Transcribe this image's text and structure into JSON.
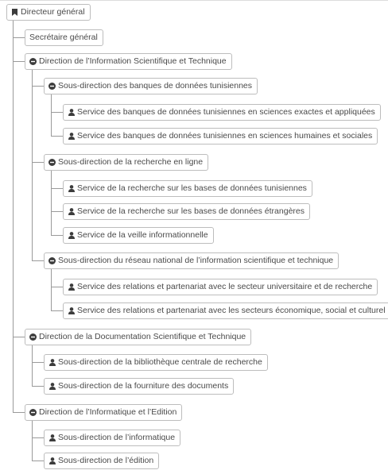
{
  "tree": {
    "root": {
      "label": "Directeur général",
      "icon": "bookmark-icon"
    },
    "secretary": {
      "label": "Secrétaire général"
    },
    "dist": {
      "label": "Direction de l’Information Scientifique et Technique",
      "icon": "minus-circle-icon",
      "sd_bases": {
        "label": "Sous-direction des banques de données tunisiennes",
        "icon": "minus-circle-icon",
        "s1": {
          "label": "Service des banques de données tunisiennes en sciences exactes et appliquées",
          "icon": "user-icon"
        },
        "s2": {
          "label": "Service des banques de données tunisiennes en sciences humaines et sociales",
          "icon": "user-icon"
        }
      },
      "sd_research": {
        "label": "Sous-direction de la recherche en ligne",
        "icon": "minus-circle-icon",
        "s1": {
          "label": "Service de la recherche sur les bases de données tunisiennes",
          "icon": "user-icon"
        },
        "s2": {
          "label": "Service de la recherche sur les bases de données étrangères",
          "icon": "user-icon"
        },
        "s3": {
          "label": "Service de la veille informationnelle",
          "icon": "user-icon"
        }
      },
      "sd_network": {
        "label": "Sous-direction du réseau national de l’information scientifique et technique",
        "icon": "minus-circle-icon",
        "s1": {
          "label": "Service des relations et partenariat avec le secteur universitaire et de recherche",
          "icon": "user-icon"
        },
        "s2": {
          "label": "Service des relations et partenariat avec les secteurs économique, social et culturel",
          "icon": "user-icon"
        }
      }
    },
    "ddst": {
      "label": "Direction de la Documentation Scientifique et Technique",
      "icon": "minus-circle-icon",
      "sd1": {
        "label": "Sous-direction de la bibliothèque centrale de recherche",
        "icon": "user-icon"
      },
      "sd2": {
        "label": "Sous-direction de la fourniture des documents",
        "icon": "user-icon"
      }
    },
    "die": {
      "label": "Direction de l’Informatique et l’Edition",
      "icon": "minus-circle-icon",
      "sd1": {
        "label": "Sous-direction de l’informatique",
        "icon": "user-icon"
      },
      "sd2": {
        "label": "Sous-direction de l’édition",
        "icon": "user-icon"
      }
    }
  }
}
